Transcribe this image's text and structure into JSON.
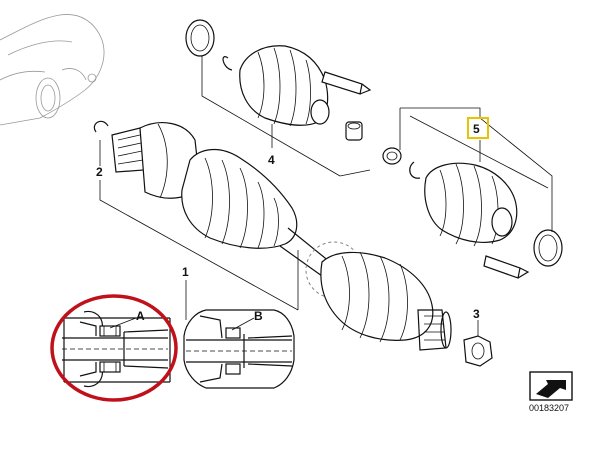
{
  "callouts": {
    "n1": "1",
    "n2": "2",
    "n3": "3",
    "n4": "4",
    "n5": "5",
    "a": "A",
    "b": "B"
  },
  "catalog_number": "00183207",
  "colors": {
    "line": "#111111",
    "highlight_box": "#e8c400",
    "red_circle": "#c0111a",
    "faint": "#999999"
  },
  "icons": [
    "direction-arrow-icon"
  ]
}
